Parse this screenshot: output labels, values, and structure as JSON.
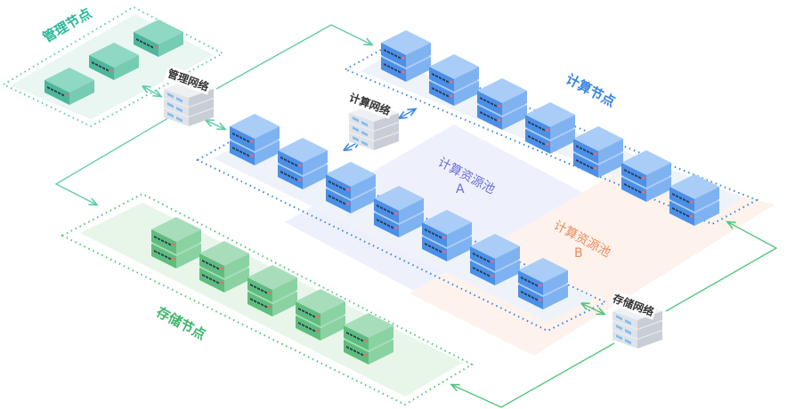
{
  "diagram": {
    "groups": {
      "management": {
        "label": "管理节点",
        "color": "#2bb99a",
        "server_count": 3
      },
      "compute": {
        "label": "计算节点",
        "color": "#3a86e0",
        "server_count": 7
      },
      "compute_lower": {
        "server_count": 7
      },
      "storage": {
        "label": "存储节点",
        "color": "#3fb66a",
        "server_count": 5
      }
    },
    "pools": {
      "a": {
        "label": "计算资源池",
        "sub": "A",
        "color": "#6b6fd6"
      },
      "b": {
        "label": "计算资源池",
        "sub": "B",
        "color": "#ee8a5a"
      }
    },
    "networks": {
      "management": {
        "label": "管理网络"
      },
      "compute": {
        "label": "计算网络"
      },
      "storage": {
        "label": "存储网络"
      }
    },
    "colors": {
      "mgmt_line": "#5ccaa7",
      "storage_line": "#4fc47a",
      "compute_line": "#3a86e0"
    }
  }
}
